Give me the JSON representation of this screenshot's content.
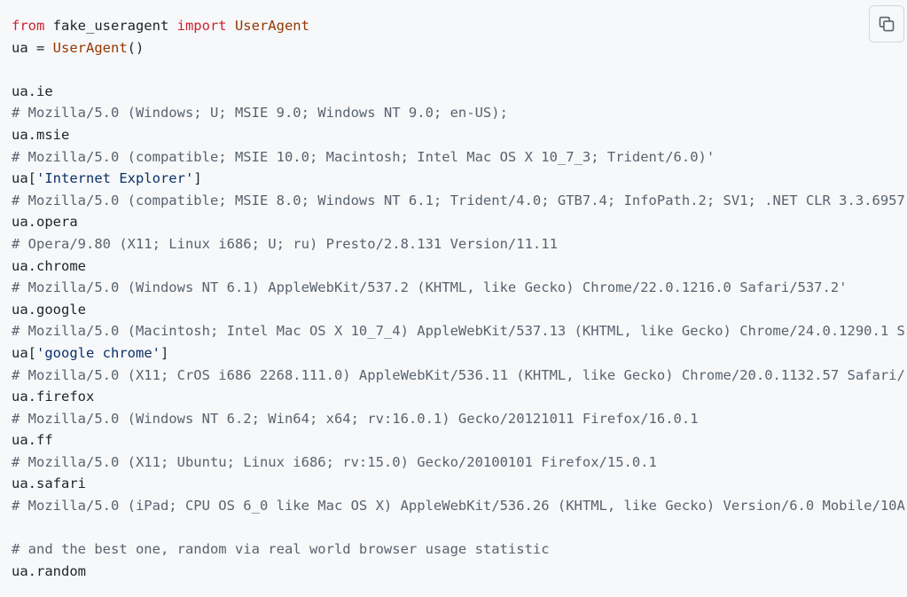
{
  "code": {
    "line_from": "from",
    "line_module": " fake_useragent ",
    "line_import": "import",
    "line_class": " UserAgent",
    "ua_assign_prefix": "ua = ",
    "ua_assign_class": "UserAgent",
    "ua_assign_suffix": "()",
    "ie": "ua.ie",
    "ie_comment": "# Mozilla/5.0 (Windows; U; MSIE 9.0; Windows NT 9.0; en-US);",
    "msie": "ua.msie",
    "msie_comment": "# Mozilla/5.0 (compatible; MSIE 10.0; Macintosh; Intel Mac OS X 10_7_3; Trident/6.0)'",
    "ie_key_prefix": "ua[",
    "ie_key_str": "'Internet Explorer'",
    "ie_key_suffix": "]",
    "ie_key_comment": "# Mozilla/5.0 (compatible; MSIE 8.0; Windows NT 6.1; Trident/4.0; GTB7.4; InfoPath.2; SV1; .NET CLR 3.3.6957",
    "opera": "ua.opera",
    "opera_comment": "# Opera/9.80 (X11; Linux i686; U; ru) Presto/2.8.131 Version/11.11",
    "chrome": "ua.chrome",
    "chrome_comment": "# Mozilla/5.0 (Windows NT 6.1) AppleWebKit/537.2 (KHTML, like Gecko) Chrome/22.0.1216.0 Safari/537.2'",
    "google": "ua.google",
    "google_comment": "# Mozilla/5.0 (Macintosh; Intel Mac OS X 10_7_4) AppleWebKit/537.13 (KHTML, like Gecko) Chrome/24.0.1290.1 S",
    "gc_key_prefix": "ua[",
    "gc_key_str": "'google chrome'",
    "gc_key_suffix": "]",
    "gc_key_comment": "# Mozilla/5.0 (X11; CrOS i686 2268.111.0) AppleWebKit/536.11 (KHTML, like Gecko) Chrome/20.0.1132.57 Safari/",
    "firefox": "ua.firefox",
    "firefox_comment": "# Mozilla/5.0 (Windows NT 6.2; Win64; x64; rv:16.0.1) Gecko/20121011 Firefox/16.0.1",
    "ff": "ua.ff",
    "ff_comment": "# Mozilla/5.0 (X11; Ubuntu; Linux i686; rv:15.0) Gecko/20100101 Firefox/15.0.1",
    "safari": "ua.safari",
    "safari_comment": "# Mozilla/5.0 (iPad; CPU OS 6_0 like Mac OS X) AppleWebKit/536.26 (KHTML, like Gecko) Version/6.0 Mobile/10A",
    "random_comment": "# and the best one, random via real world browser usage statistic",
    "random": "ua.random"
  },
  "icons": {
    "copy": "copy-icon"
  },
  "colors": {
    "background": "#f6f8fa",
    "keyword": "#cf222e",
    "class_name": "#953800",
    "comment": "#59636e",
    "string": "#0a3069",
    "text": "#1f2328"
  }
}
